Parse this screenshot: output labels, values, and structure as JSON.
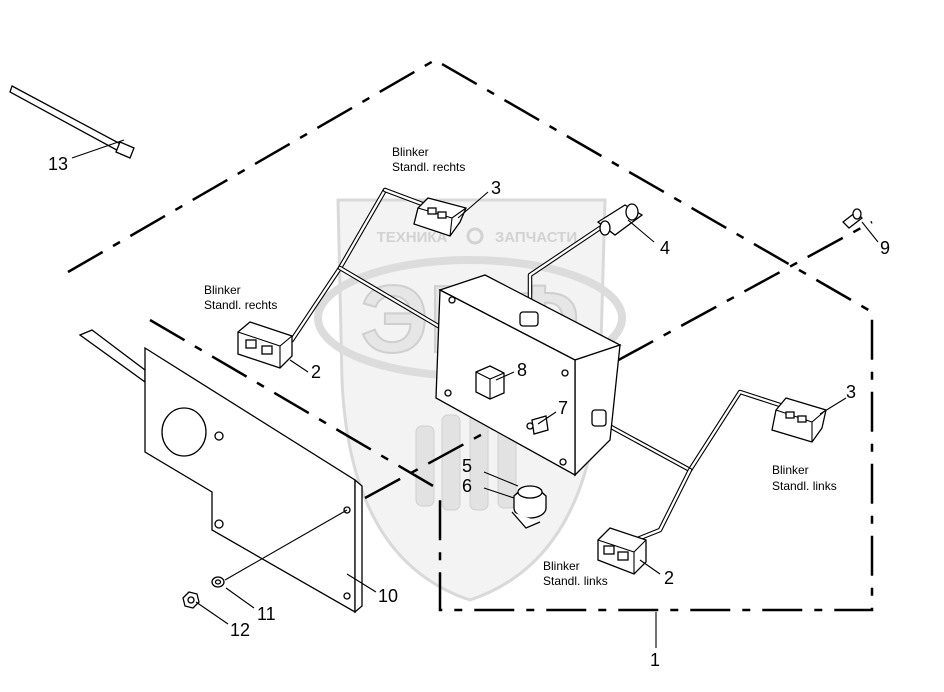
{
  "watermark": {
    "top_text": "ТЕХНИКА",
    "right_text": "ЗАПЧАСТИ",
    "big_text": "ЭПФ"
  },
  "callouts": {
    "c1": "1",
    "c2a": "2",
    "c2b": "2",
    "c3a": "3",
    "c3b": "3",
    "c4": "4",
    "c5": "5",
    "c6": "6",
    "c7": "7",
    "c8": "8",
    "c9": "9",
    "c10": "10",
    "c11": "11",
    "c12": "12",
    "c13": "13"
  },
  "labels": {
    "top_right_l1": "Blinker",
    "top_right_l2": "Standl. rechts",
    "left_right_l1": "Blinker",
    "left_right_l2": "Standl. rechts",
    "right_links_l1": "Blinker",
    "right_links_l2": "Standl. links",
    "bottom_links_l1": "Blinker",
    "bottom_links_l2": "Standl. links"
  }
}
